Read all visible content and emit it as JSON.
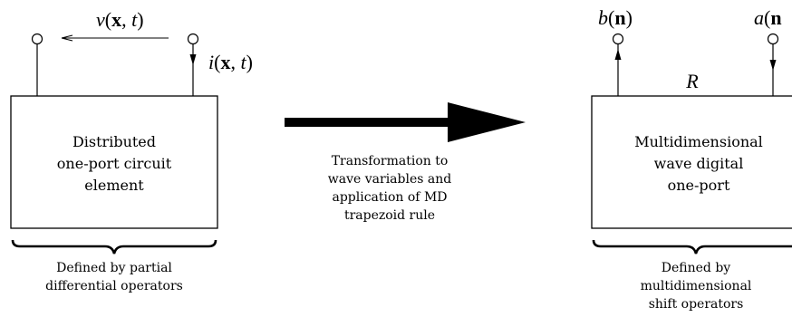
{
  "left": {
    "v_label": {
      "fn": "v",
      "open": "(",
      "vec": "x",
      "sep": ", ",
      "t": "t",
      "close": ")"
    },
    "i_label": {
      "fn": "i",
      "open": "(",
      "vec": "x",
      "sep": ", ",
      "t": "t",
      "close": ")"
    },
    "box_lines": [
      "Distributed",
      "one-port circuit",
      "element"
    ],
    "caption_lines": [
      "Defined by partial",
      "differential operators"
    ]
  },
  "middle": {
    "lines": [
      "Transformation to",
      "wave variables and",
      "application of MD",
      "trapezoid rule"
    ]
  },
  "right": {
    "b_label": {
      "fn": "b",
      "open": "(",
      "vec": "n",
      "close": ")"
    },
    "a_label": {
      "fn": "a",
      "open": "(",
      "vec": "n",
      "close": ""
    },
    "r_label": "R",
    "box_lines": [
      "Multidimensional",
      "wave digital",
      "one-port"
    ],
    "caption_lines": [
      "Defined by",
      "multidimensional",
      "shift operators"
    ]
  }
}
